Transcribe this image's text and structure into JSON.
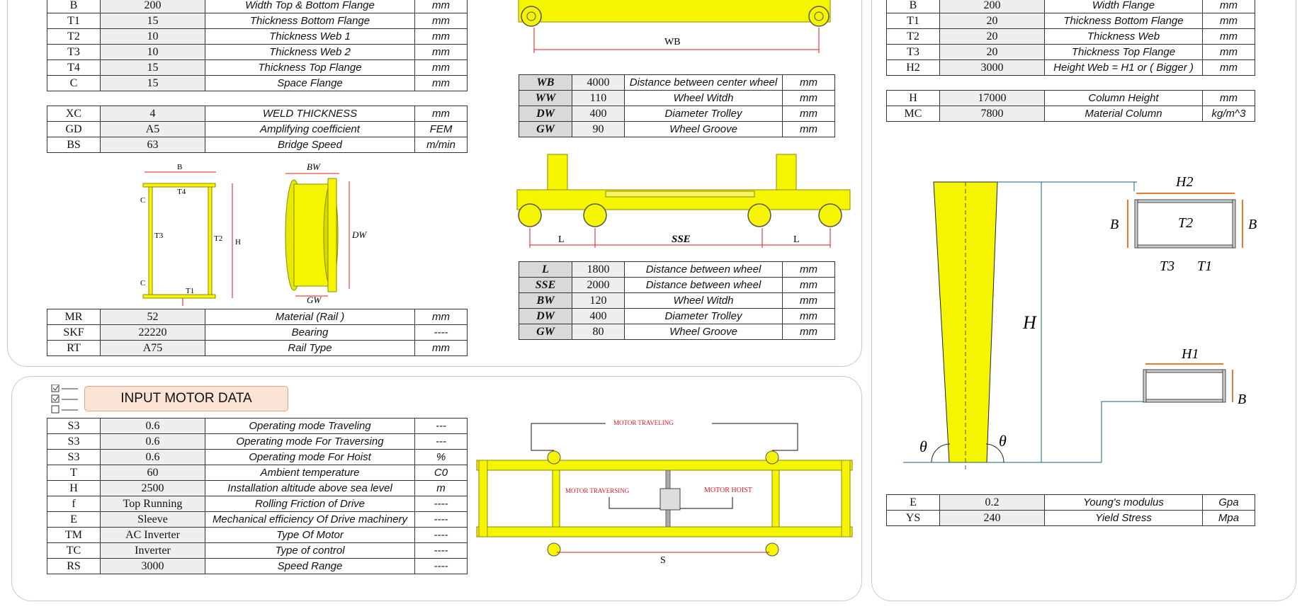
{
  "colors": {
    "steel": "#f5f500",
    "steel_dark": "#b0b000",
    "dim": "#e01b1b",
    "dim_orange": "#e87a2a",
    "dim_blue": "#1d5f7a",
    "panel_border": "#c9c9c9",
    "value_bg": "#eeeeee",
    "key_bg": "#d9d9d9",
    "motor_header_bg": "#fbe3d6"
  },
  "girder_table": [
    {
      "k": "B",
      "v": "200",
      "d": "Width Top & Bottom  Flange",
      "u": "mm"
    },
    {
      "k": "T1",
      "v": "15",
      "d": "Thickness Bottom Flange",
      "u": "mm"
    },
    {
      "k": "T2",
      "v": "10",
      "d": "Thickness Web 1",
      "u": "mm"
    },
    {
      "k": "T3",
      "v": "10",
      "d": "Thickness Web 2",
      "u": "mm"
    },
    {
      "k": "T4",
      "v": "15",
      "d": "Thickness Top Flange",
      "u": "mm"
    },
    {
      "k": "C",
      "v": "15",
      "d": "Space Flange",
      "u": "mm"
    }
  ],
  "weld_table": [
    {
      "k": "XC",
      "v": "4",
      "d": "WELD THICKNESS",
      "u": "mm"
    },
    {
      "k": "GD",
      "v": "A5",
      "d": "Amplifying coefficient",
      "u": "FEM"
    },
    {
      "k": "BS",
      "v": "63",
      "d": "Bridge Speed",
      "u": "m/min"
    }
  ],
  "rail_table": [
    {
      "k": "MR",
      "v": "52",
      "d": "Material (Rail )",
      "u": "mm"
    },
    {
      "k": "SKF",
      "v": "22220",
      "d": "Bearing",
      "u": "----"
    },
    {
      "k": "RT",
      "v": "A75",
      "d": "Rail Type",
      "u": "mm"
    }
  ],
  "girder_section_labels": {
    "B": "B",
    "T4": "T4",
    "C_top": "C",
    "T3": "T3",
    "T2": "T2",
    "H": "H",
    "C_bottom": "C",
    "T1": "T1"
  },
  "wheel_labels": {
    "BW": "BW",
    "DW": "DW",
    "GW": "GW"
  },
  "trolley_top_label": "WB",
  "trolley_wheel_table": [
    {
      "k": "WB",
      "v": "4000",
      "d": "Distance between center wheel",
      "u": "mm"
    },
    {
      "k": "WW",
      "v": "110",
      "d": "Wheel Witdh",
      "u": "mm"
    },
    {
      "k": "DW",
      "v": "400",
      "d": "Diameter Trolley",
      "u": "mm"
    },
    {
      "k": "GW",
      "v": "90",
      "d": "Wheel Groove",
      "u": "mm"
    }
  ],
  "end_carriage_labels": {
    "L_left": "L",
    "SSE": "SSE",
    "L_right": "L"
  },
  "end_carriage_table": [
    {
      "k": "L",
      "v": "1800",
      "d": "Distance between wheel",
      "u": "mm"
    },
    {
      "k": "SSE",
      "v": "2000",
      "d": "Distance between wheel",
      "u": "mm"
    },
    {
      "k": "BW",
      "v": "120",
      "d": "Wheel Witdh",
      "u": "mm"
    },
    {
      "k": "DW",
      "v": "400",
      "d": "Diameter Trolley",
      "u": "mm"
    },
    {
      "k": "GW",
      "v": "80",
      "d": "Wheel Groove",
      "u": "mm"
    }
  ],
  "motor_header": "INPUT MOTOR DATA",
  "motor_table": [
    {
      "k": "S3",
      "v": "0.6",
      "d": "Operating mode Traveling",
      "u": "---"
    },
    {
      "k": "S3",
      "v": "0.6",
      "d": "Operating mode For Traversing",
      "u": "---"
    },
    {
      "k": "S3",
      "v": "0.6",
      "d": "Operating mode For Hoist",
      "u": "%"
    },
    {
      "k": "T",
      "v": "60",
      "d": "Ambient temperature",
      "u": "C0"
    },
    {
      "k": "H",
      "v": "2500",
      "d": "Installation altitude above sea level",
      "u": "m"
    },
    {
      "k": "f",
      "v": "Top Running",
      "d": "Rolling Friction of Drive",
      "u": "----"
    },
    {
      "k": "E",
      "v": "Sleeve",
      "d": "Mechanical efficiency Of Drive machinery",
      "u": "----"
    },
    {
      "k": "TM",
      "v": "AC Inverter",
      "d": "Type Of Motor",
      "u": "----"
    },
    {
      "k": "TC",
      "v": "Inverter",
      "d": "Type of control",
      "u": "----"
    },
    {
      "k": "RS",
      "v": "3000",
      "d": "Speed Range",
      "u": "----"
    }
  ],
  "motor_diagram_labels": {
    "traveling": "MOTOR TRAVELING",
    "traversing": "MOTOR TRAVERSING",
    "hoist": "MOTOR HOIST",
    "span": "S"
  },
  "column_top_table": [
    {
      "k": "B",
      "v": "200",
      "d": "Width Flange",
      "u": "mm"
    },
    {
      "k": "T1",
      "v": "20",
      "d": "Thickness Bottom Flange",
      "u": "mm"
    },
    {
      "k": "T2",
      "v": "20",
      "d": "Thickness Web",
      "u": "mm"
    },
    {
      "k": "T3",
      "v": "20",
      "d": "Thickness Top Flange",
      "u": "mm"
    },
    {
      "k": "H2",
      "v": "3000",
      "d": "Height Web = H1 or ( Bigger )",
      "u": "mm"
    }
  ],
  "column_table": [
    {
      "k": "H",
      "v": "17000",
      "d": "Column Height",
      "u": "mm"
    },
    {
      "k": "MC",
      "v": "7800",
      "d": "Material Column",
      "u": "kg/m^3"
    }
  ],
  "column_labels": {
    "H": "H",
    "theta_left": "θ",
    "theta_right": "θ",
    "H2": "H2",
    "B_left": "B",
    "T2": "T2",
    "B_right": "B",
    "T3": "T3",
    "T1": "T1",
    "H1": "H1",
    "B_lower": "B"
  },
  "material_table": [
    {
      "k": "E",
      "v": "0.2",
      "d": "Young's modulus",
      "u": "Gpa"
    },
    {
      "k": "YS",
      "v": "240",
      "d": "Yield Stress",
      "u": "Mpa"
    }
  ]
}
